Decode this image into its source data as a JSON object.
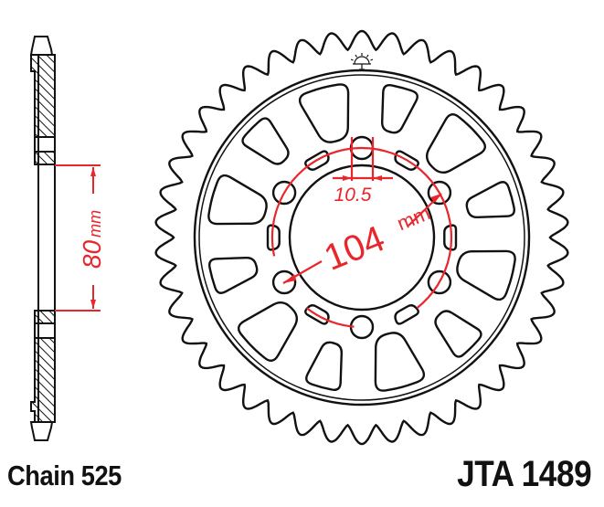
{
  "diagram": {
    "type": "technical-drawing",
    "subject": "rear chain sprocket",
    "colors": {
      "outline": "#111111",
      "dimension": "#e8262c",
      "background": "#ffffff"
    },
    "side_view": {
      "dimension_value": "80",
      "dimension_unit": "mm"
    },
    "front_view": {
      "bolt_hole_size": "10.5",
      "pcd_value": "104",
      "pcd_unit": "mm",
      "bolt_holes": 6,
      "teeth_estimate": 42
    },
    "captions": {
      "chain": "Chain 525",
      "part_number": "JTA 1489"
    }
  }
}
